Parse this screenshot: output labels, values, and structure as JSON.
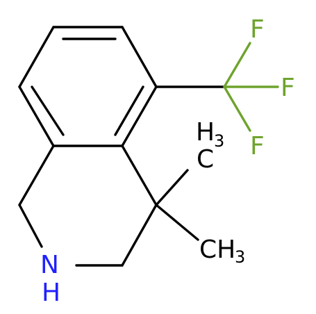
{
  "molecule": {
    "atoms": {
      "fluorine_top": "F",
      "fluorine_right": "F",
      "fluorine_bottom": "F",
      "methyl_upper_main": "H",
      "methyl_upper_sub": "3",
      "methyl_upper_c": "C",
      "methyl_lower_c": "CH",
      "methyl_lower_sub": "3",
      "nitrogen": "N",
      "nitrogen_h": "H"
    },
    "colors": {
      "bond": "#000000",
      "fluorine": "#6ea32d",
      "nitrogen": "#2020ff",
      "carbon": "#000000"
    }
  }
}
